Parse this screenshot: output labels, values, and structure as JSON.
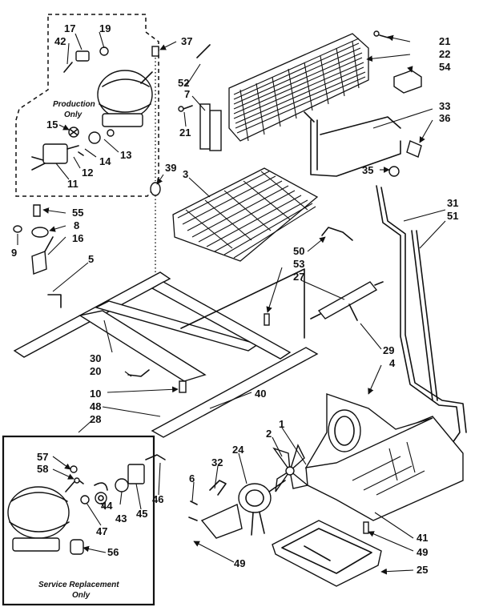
{
  "boxes": {
    "production": [
      "Production",
      "Only"
    ],
    "service": [
      "Service Replacement",
      "Only"
    ]
  },
  "callouts": {
    "c17": "17",
    "c42": "42",
    "c19": "19",
    "c37": "37",
    "c21a": "21",
    "c22": "22",
    "c54": "54",
    "c52": "52",
    "c7": "7",
    "c33": "33",
    "c36": "36",
    "c21b": "21",
    "c15": "15",
    "c13": "13",
    "c14": "14",
    "c12": "12",
    "c11": "11",
    "c39": "39",
    "c3": "3",
    "c35": "35",
    "c55": "55",
    "c8": "8",
    "c16": "16",
    "c9": "9",
    "c31": "31",
    "c51": "51",
    "c5": "5",
    "c50": "50",
    "c53": "53",
    "c27": "27",
    "c29": "29",
    "c30": "30",
    "c20": "20",
    "c4": "4",
    "c10": "10",
    "c40": "40",
    "c48": "48",
    "c28": "28",
    "c1": "1",
    "c2": "2",
    "c57": "57",
    "c58": "58",
    "c32": "32",
    "c24": "24",
    "c6": "6",
    "c44": "44",
    "c43": "43",
    "c46": "46",
    "c45": "45",
    "c47": "47",
    "c56": "56",
    "c41": "41",
    "c49a": "49",
    "c49b": "49",
    "c25": "25"
  }
}
